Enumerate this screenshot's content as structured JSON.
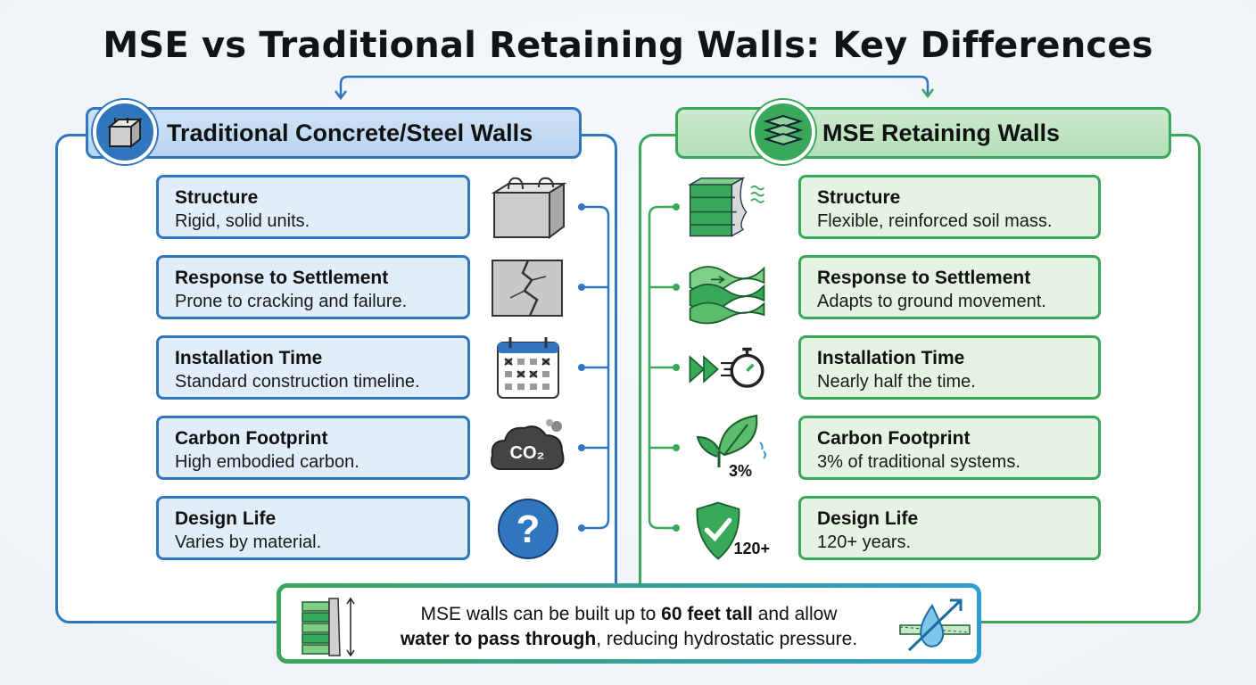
{
  "title": "MSE vs Traditional Retaining Walls: Key Differences",
  "left": {
    "header": "Traditional Concrete/Steel Walls",
    "items": [
      {
        "heading": "Structure",
        "desc": "Rigid, solid units.",
        "icon": "concrete-block-icon"
      },
      {
        "heading": "Response to Settlement",
        "desc": "Prone to cracking and failure.",
        "icon": "cracked-block-icon"
      },
      {
        "heading": "Installation Time",
        "desc": "Standard construction timeline.",
        "icon": "calendar-icon"
      },
      {
        "heading": "Carbon Footprint",
        "desc": "High embodied carbon.",
        "icon": "co2-cloud-icon",
        "icon_text": "CO₂"
      },
      {
        "heading": "Design Life",
        "desc": "Varies by material.",
        "icon": "question-icon",
        "icon_text": "?"
      }
    ]
  },
  "right": {
    "header": "MSE Retaining Walls",
    "items": [
      {
        "heading": "Structure",
        "desc": "Flexible, reinforced soil mass.",
        "icon": "reinforced-soil-icon"
      },
      {
        "heading": "Response to Settlement",
        "desc": "Adapts to ground movement.",
        "icon": "wave-layers-icon"
      },
      {
        "heading": "Installation Time",
        "desc": "Nearly half the time.",
        "icon": "fast-forward-stopwatch-icon"
      },
      {
        "heading": "Carbon Footprint",
        "desc": "3% of traditional systems.",
        "icon": "leaf-icon",
        "icon_text": "3%"
      },
      {
        "heading": "Design Life",
        "desc": "120+ years.",
        "icon": "shield-check-icon",
        "icon_text": "120+"
      }
    ]
  },
  "bottom": {
    "part1": "MSE walls can be built up to ",
    "bold1": "60 feet tall",
    "part2": " and allow",
    "bold2": "water to pass through",
    "part3": ", reducing hydrostatic pressure."
  },
  "colors": {
    "blue": "#2f76bf",
    "green": "#3aa85a",
    "blue_fill": "#e1edf8",
    "green_fill": "#e5f3e3"
  }
}
